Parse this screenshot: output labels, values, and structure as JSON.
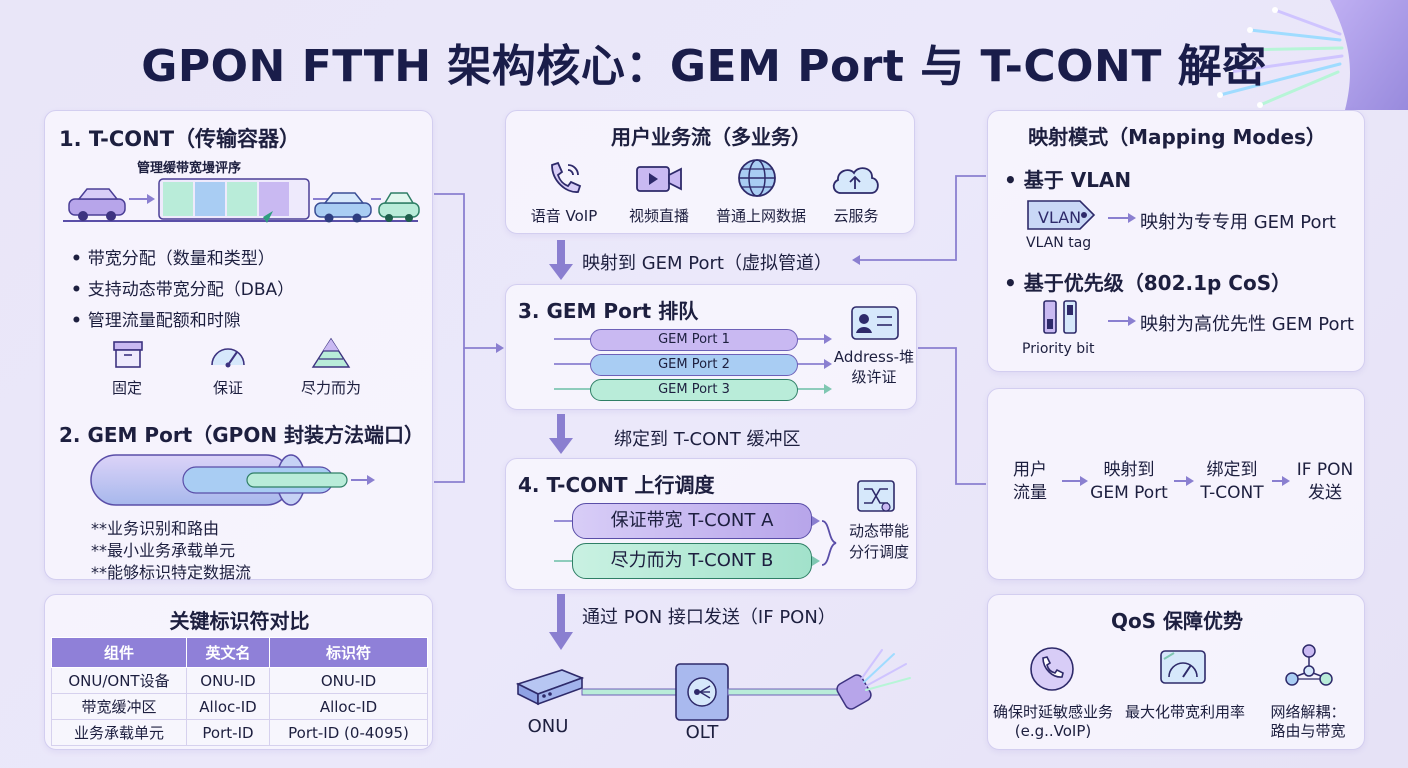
{
  "title": "GPON FTTH 架构核心：GEM Port 与 T-CONT 解密",
  "tcont_panel": {
    "heading": "1. T-CONT（传输容器）",
    "queue_label": "管理缓带宽墁评序",
    "bullets": [
      "带宽分配（数量和类型）",
      "支持动态带宽分配（DBA）",
      "管理流量配额和时隙"
    ],
    "types": [
      {
        "label": "固定",
        "icon": "box-icon"
      },
      {
        "label": "保证",
        "icon": "gauge-icon"
      },
      {
        "label": "尽力而为",
        "icon": "pyramid-icon"
      }
    ]
  },
  "gem_panel": {
    "heading": "2. GEM Port（GPON 封装方法端口）",
    "notes": [
      "**业务识别和路由",
      "**最小业务承载单元",
      "**能够标识特定数据流"
    ]
  },
  "id_table": {
    "heading": "关键标识符对比",
    "columns": [
      "组件",
      "英文名",
      "标识符"
    ],
    "rows": [
      [
        "ONU/ONT设备",
        "ONU-ID",
        "ONU-ID"
      ],
      [
        "带宽缓冲区",
        "Alloc-ID",
        "Alloc-ID"
      ],
      [
        "业务承载单元",
        "Port-ID",
        "Port-ID (0-4095)"
      ]
    ]
  },
  "services_panel": {
    "heading": "用户业务流（多业务）",
    "items": [
      {
        "label": "语音 VoIP",
        "icon": "phone-icon"
      },
      {
        "label": "视频直播",
        "icon": "video-icon"
      },
      {
        "label": "普通上网数据",
        "icon": "globe-icon"
      },
      {
        "label": "云服务",
        "icon": "cloud-icon"
      }
    ]
  },
  "arrow_labels": {
    "to_gem": "映射到 GEM Port（虚拟管道）",
    "to_tcont": "绑定到 T-CONT 缓冲区",
    "to_pon": "通过 PON 接口发送（IF PON）"
  },
  "gem_queue": {
    "heading": "3. GEM Port 排队",
    "ports": [
      "GEM Port 1",
      "GEM Port 2",
      "GEM Port 3"
    ],
    "side_label": "Address-堆级许证"
  },
  "tcont_schedule": {
    "heading": "4. T-CONT 上行调度",
    "containers": [
      "保证带宽  T-CONT A",
      "尽力而为  T-CONT B"
    ],
    "side_label": "动态带能分行调度"
  },
  "network": {
    "onu": "ONU",
    "olt": "OLT"
  },
  "mapping_panel": {
    "heading": "映射模式（Mapping Modes）",
    "vlan_title": "基于 VLAN",
    "vlan_badge": "VLAN",
    "vlan_caption": "VLAN tag",
    "vlan_result": "映射为专专用 GEM Port",
    "prio_title": "基于优先级（802.1p CoS）",
    "prio_caption": "Priority bit",
    "prio_result": "映射为高优先性 GEM Port"
  },
  "flow_panel": {
    "steps": [
      "用户\n流量",
      "映射到\nGEM Port",
      "绑定到\nT-CONT",
      "IF PON\n发送"
    ]
  },
  "qos_panel": {
    "heading": "QoS 保障优势",
    "items": [
      {
        "label": "确保时延敏感业务\n(e.g..VoIP)",
        "icon": "phone-call-icon"
      },
      {
        "label": "最大化带宽利用率",
        "icon": "speedometer-icon"
      },
      {
        "label": "网络解耦：\n路由与带宽",
        "icon": "network-icon"
      }
    ]
  },
  "colors": {
    "accent": "#8f80d8",
    "purple_pipe": "#c9b9f2",
    "blue_pipe": "#a9cdf3",
    "green_pipe": "#b9ecd9",
    "arrow": "#8a7fd0"
  }
}
